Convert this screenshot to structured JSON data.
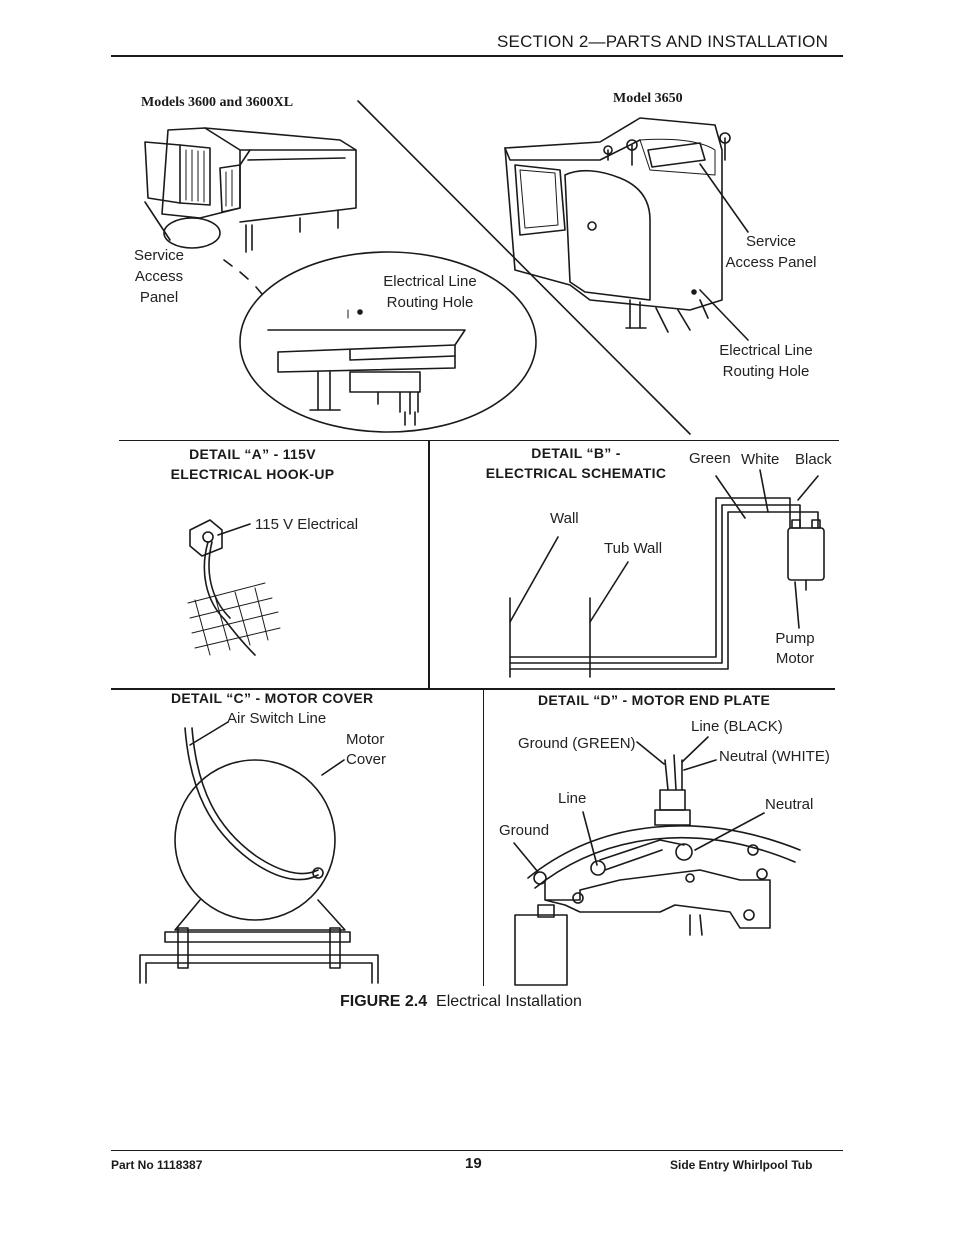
{
  "header": {
    "section_title": "SECTION 2—PARTS AND INSTALLATION"
  },
  "top": {
    "left_model": "Models 3600 and 3600XL",
    "right_model": "Model 3650",
    "left_service_label": [
      "Service",
      "Access",
      "Panel"
    ],
    "left_routing_label": [
      "Electrical Line",
      "Routing Hole"
    ],
    "right_service_label": [
      "Service",
      "Access Panel"
    ],
    "right_routing_label": [
      "Electrical Line",
      "Routing Hole"
    ]
  },
  "detail_a": {
    "title_1": "DETAIL “A” - 115V",
    "title_2": "ELECTRICAL HOOK-UP",
    "label": "115 V Electrical"
  },
  "detail_b": {
    "title_1": "DETAIL “B” -",
    "title_2": "ELECTRICAL SCHEMATIC",
    "green": "Green",
    "white": "White",
    "black": "Black",
    "wall": "Wall",
    "tub_wall": "Tub Wall",
    "pump_motor": [
      "Pump",
      "Motor"
    ]
  },
  "detail_c": {
    "title": "DETAIL “C” - MOTOR COVER",
    "air_switch": "Air Switch Line",
    "motor_cover": [
      "Motor",
      "Cover"
    ]
  },
  "detail_d": {
    "title": "DETAIL “D” - MOTOR END PLATE",
    "line_black": "Line (BLACK)",
    "ground_green": "Ground (GREEN)",
    "neutral_white": "Neutral (WHITE)",
    "line": "Line",
    "neutral": "Neutral",
    "ground": "Ground"
  },
  "figure": {
    "number": "FIGURE 2.4",
    "caption": "Electrical Installation"
  },
  "footer": {
    "part_no": "Part No 1118387",
    "page": "19",
    "product": "Side Entry Whirlpool Tub"
  }
}
